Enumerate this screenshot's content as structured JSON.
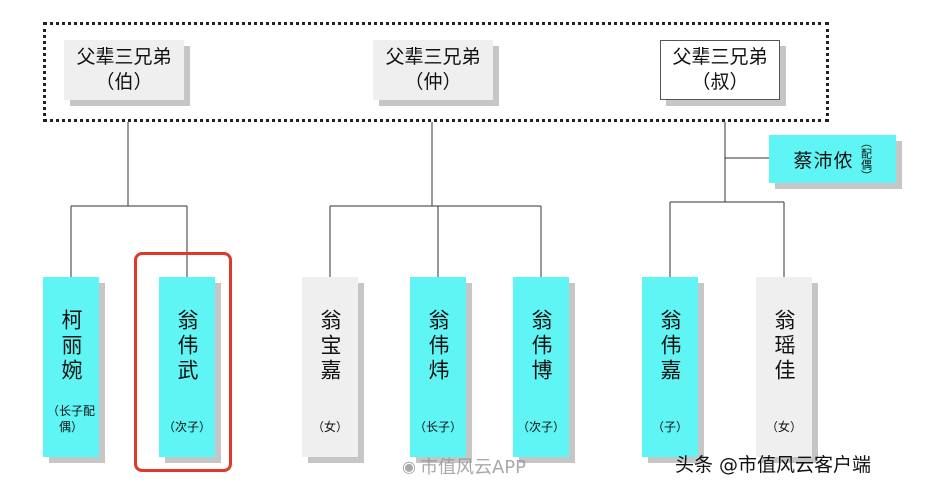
{
  "generation": [
    {
      "title": "父辈三兄弟",
      "sub": "（伯）"
    },
    {
      "title": "父辈三兄弟",
      "sub": "（仲）"
    },
    {
      "title": "父辈三兄弟",
      "sub": "（叔）"
    }
  ],
  "spouse": {
    "name": "蔡沛侬",
    "note": "（配偶）"
  },
  "children": [
    {
      "name": "柯丽婉",
      "rel": "（长子配偶）",
      "color": "#5ff5f5"
    },
    {
      "name": "翁伟武",
      "rel": "（次子）",
      "color": "#5ff5f5"
    },
    {
      "name": "翁宝嘉",
      "rel": "（女）",
      "color": "#efefef"
    },
    {
      "name": "翁伟炜",
      "rel": "（长子）",
      "color": "#5ff5f5"
    },
    {
      "name": "翁伟博",
      "rel": "（次子）",
      "color": "#5ff5f5"
    },
    {
      "name": "翁伟嘉",
      "rel": "（子）",
      "color": "#5ff5f5"
    },
    {
      "name": "翁瑶佳",
      "rel": "（女）",
      "color": "#efefef"
    }
  ],
  "watermark": "市值风云APP",
  "source": "头条 @市值风云客户端",
  "colors": {
    "highlight": "#e0392b",
    "cyan": "#5ff5f5",
    "grey": "#efefef"
  }
}
